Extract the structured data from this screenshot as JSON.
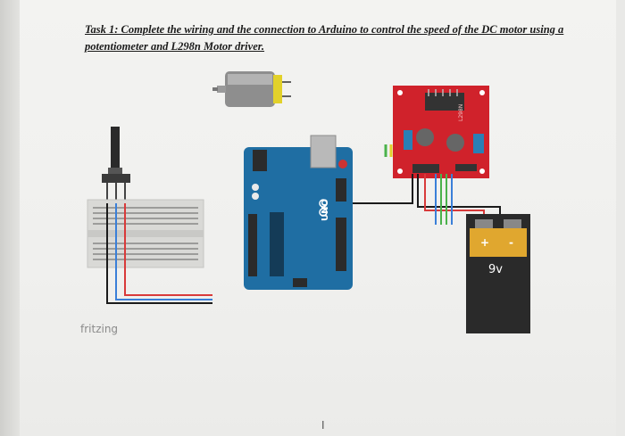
{
  "document": {
    "title": "Task 1: Complete the wiring and the connection to Arduino to control the speed of the DC motor using a potentiometer and L298n Motor driver.",
    "watermark": "fritzing",
    "cursor": "I"
  },
  "diagram": {
    "battery_label": "9v",
    "battery_plus": "+",
    "battery_minus": "-",
    "arduino_logo": "UNO",
    "driver_label": "L298N"
  },
  "colors": {
    "arduino_blue": "#1f6ea3",
    "driver_red": "#d0222b",
    "breadboard": "#d9d9d6",
    "battery_body": "#2a2a2a",
    "battery_top": "#e0a72f",
    "wire_red": "#d83a3a",
    "wire_blue": "#3a7fd8",
    "wire_black": "#1b1b1b",
    "wire_green": "#4bb24b"
  }
}
